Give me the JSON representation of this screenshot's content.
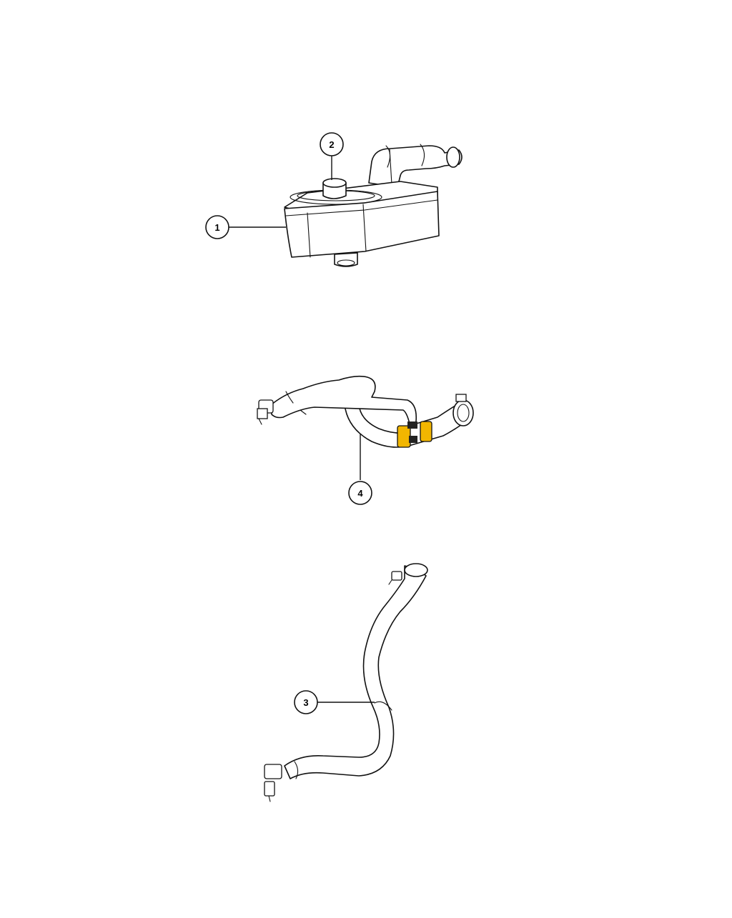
{
  "callouts": [
    {
      "id": "1",
      "label": "1"
    },
    {
      "id": "2",
      "label": "2"
    },
    {
      "id": "3",
      "label": "3"
    },
    {
      "id": "4",
      "label": "4"
    }
  ],
  "colors": {
    "line": "#111111",
    "background": "#ffffff",
    "highlight_clamp": "#f2b600"
  },
  "parts": [
    {
      "callout": "1",
      "depicts": "oil-cooler"
    },
    {
      "callout": "2",
      "depicts": "cooler-center-fitting"
    },
    {
      "callout": "3",
      "depicts": "coolant-hose"
    },
    {
      "callout": "4",
      "depicts": "coolant-hose-assembly"
    }
  ]
}
